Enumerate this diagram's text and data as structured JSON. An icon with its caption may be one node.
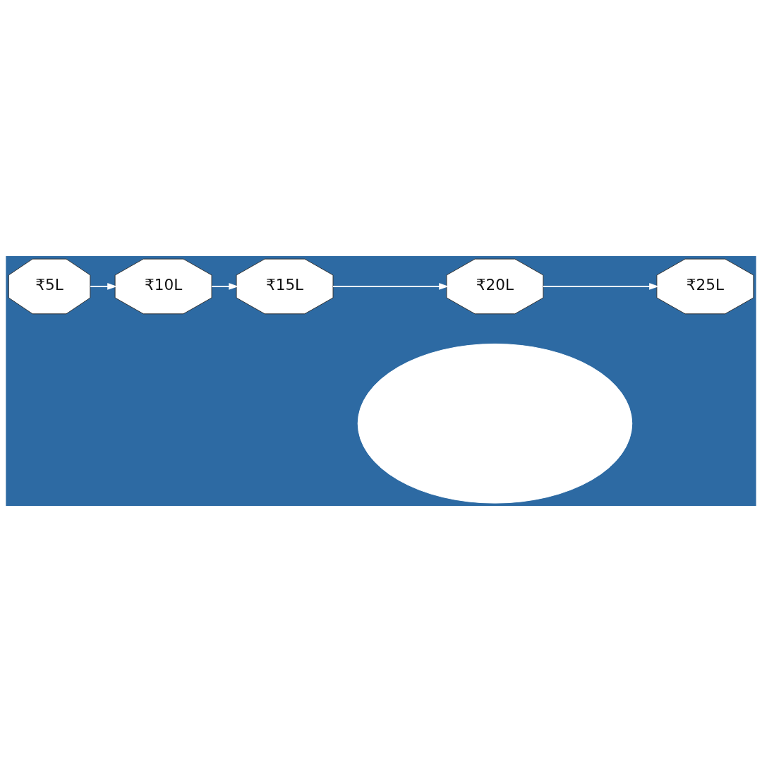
{
  "diagram": {
    "nodes": [
      {
        "text": [
          "₹5L"
        ]
      },
      {
        "text": [
          "₹10L"
        ]
      },
      {
        "text": [
          "₹15L"
        ]
      },
      {
        "text": [
          "₹20L"
        ]
      },
      {
        "text": [
          "₹25L"
        ]
      },
      {
        "text": [],
        "shape": "cloud"
      }
    ],
    "edges": [
      {
        "from": 0,
        "to": 1,
        "arrow": "to"
      },
      {
        "from": 1,
        "to": 2,
        "arrow": "to"
      },
      {
        "from": 2,
        "to": 3,
        "arrow": "to"
      },
      {
        "from": 3,
        "to": 4,
        "arrow": "to"
      }
    ]
  }
}
